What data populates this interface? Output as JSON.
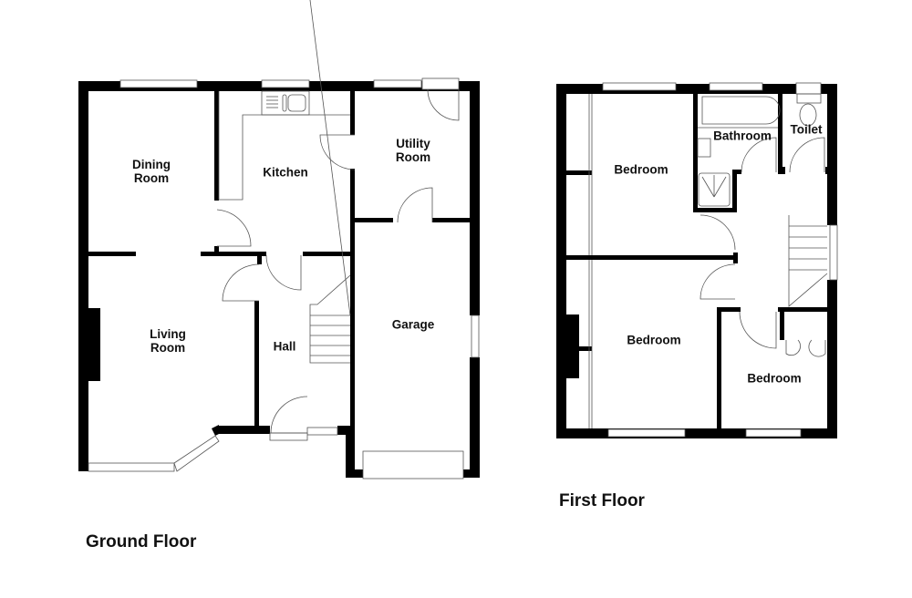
{
  "ground_floor": {
    "title": "Ground Floor",
    "rooms": [
      {
        "label": "Dining\nRoom"
      },
      {
        "label": "Kitchen"
      },
      {
        "label": "Utility\nRoom"
      },
      {
        "label": "Living\nRoom"
      },
      {
        "label": "Hall"
      },
      {
        "label": "Garage"
      }
    ]
  },
  "first_floor": {
    "title": "First Floor",
    "rooms": [
      {
        "label": "Bedroom"
      },
      {
        "label": "Bathroom"
      },
      {
        "label": "Toilet"
      },
      {
        "label": "Bedroom"
      },
      {
        "label": "Bedroom"
      }
    ]
  },
  "colors": {
    "wall": "#000000",
    "line": "#555555",
    "background": "#ffffff"
  }
}
